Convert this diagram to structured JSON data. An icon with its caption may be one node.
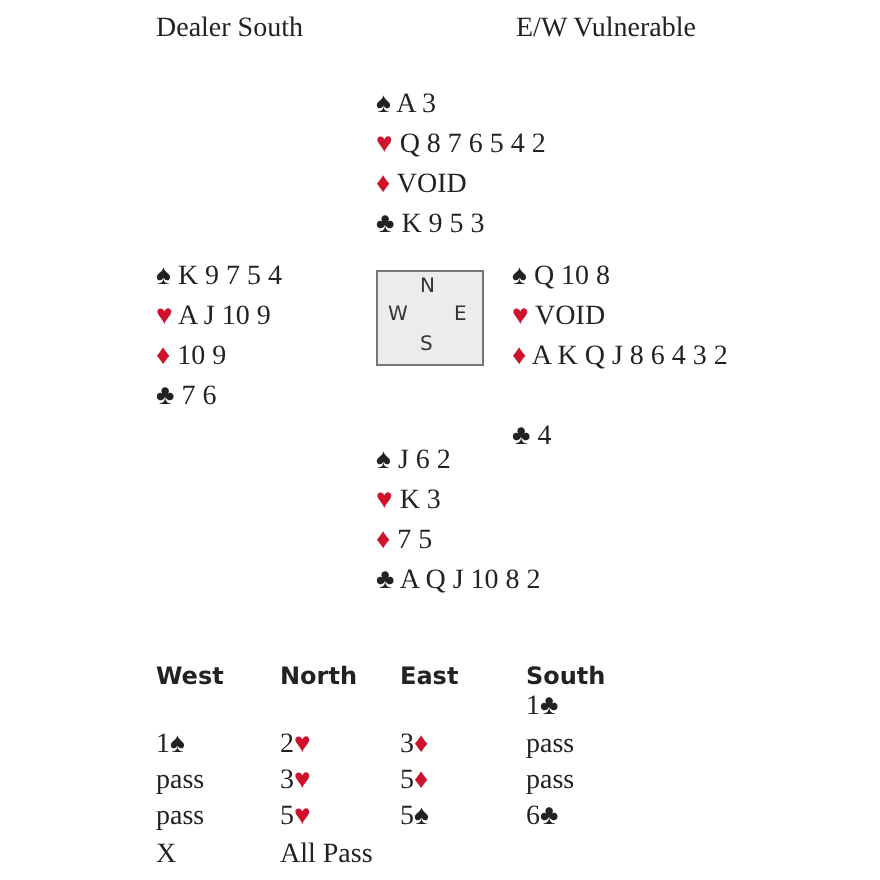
{
  "diagram": {
    "nodes": [
      {
        "text": [
          "N",
          "W",
          "E",
          "S"
        ]
      }
    ],
    "labels": [
      "Dealer South",
      "E/W Vulnerable",
      "♠ A 3",
      "♥ Q 8 7 6 5 4 2",
      "♦ VOID",
      "♣ K 9 5 3",
      "♠ K 9 7 5 4",
      "♥ A J 10 9",
      "♦ 10 9",
      "♣ 7 6",
      "♠ Q 10 8",
      "♥ VOID",
      "♦ A K Q J 8 6 4 3 2",
      "♣ 4",
      "♠ J 6 2",
      "♥ K 3",
      "♦ 7 5",
      "♣ A Q J 10 8 2",
      "West",
      "North",
      "East",
      "South",
      "1♣",
      "1♠",
      "2♥",
      "3♦",
      "pass",
      "pass",
      "3♥",
      "5♦",
      "pass",
      "pass",
      "5♥",
      "5♠",
      "6♣",
      "X",
      "All Pass"
    ]
  }
}
